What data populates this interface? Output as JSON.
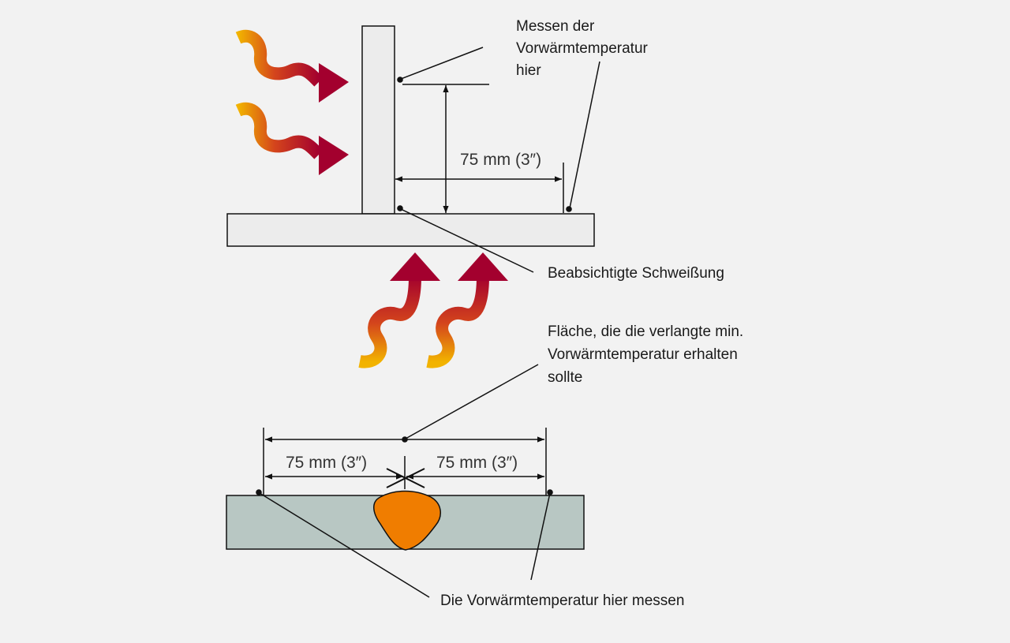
{
  "colors": {
    "background": "#f2f2f2",
    "plate_top": "#ececec",
    "plate_bottom": "#b8c7c3",
    "weld": "#f07d00",
    "heat_start": "#f2b300",
    "heat_end": "#a3002e",
    "line": "#111111"
  },
  "top_diagram": {
    "measure_label": [
      "Messen der",
      "Vorwärmtemperatur",
      "hier"
    ],
    "dimension_label": "75 mm (3″)",
    "weld_label": "Beabsichtigte Schweißung"
  },
  "bottom_diagram": {
    "area_label": [
      "Fläche, die die verlangte min.",
      "Vorwärmtemperatur erhalten",
      "sollte"
    ],
    "dimension_left": "75 mm (3″)",
    "dimension_right": "75 mm (3″)",
    "measure_label": "Die Vorwärmtemperatur hier messen"
  }
}
